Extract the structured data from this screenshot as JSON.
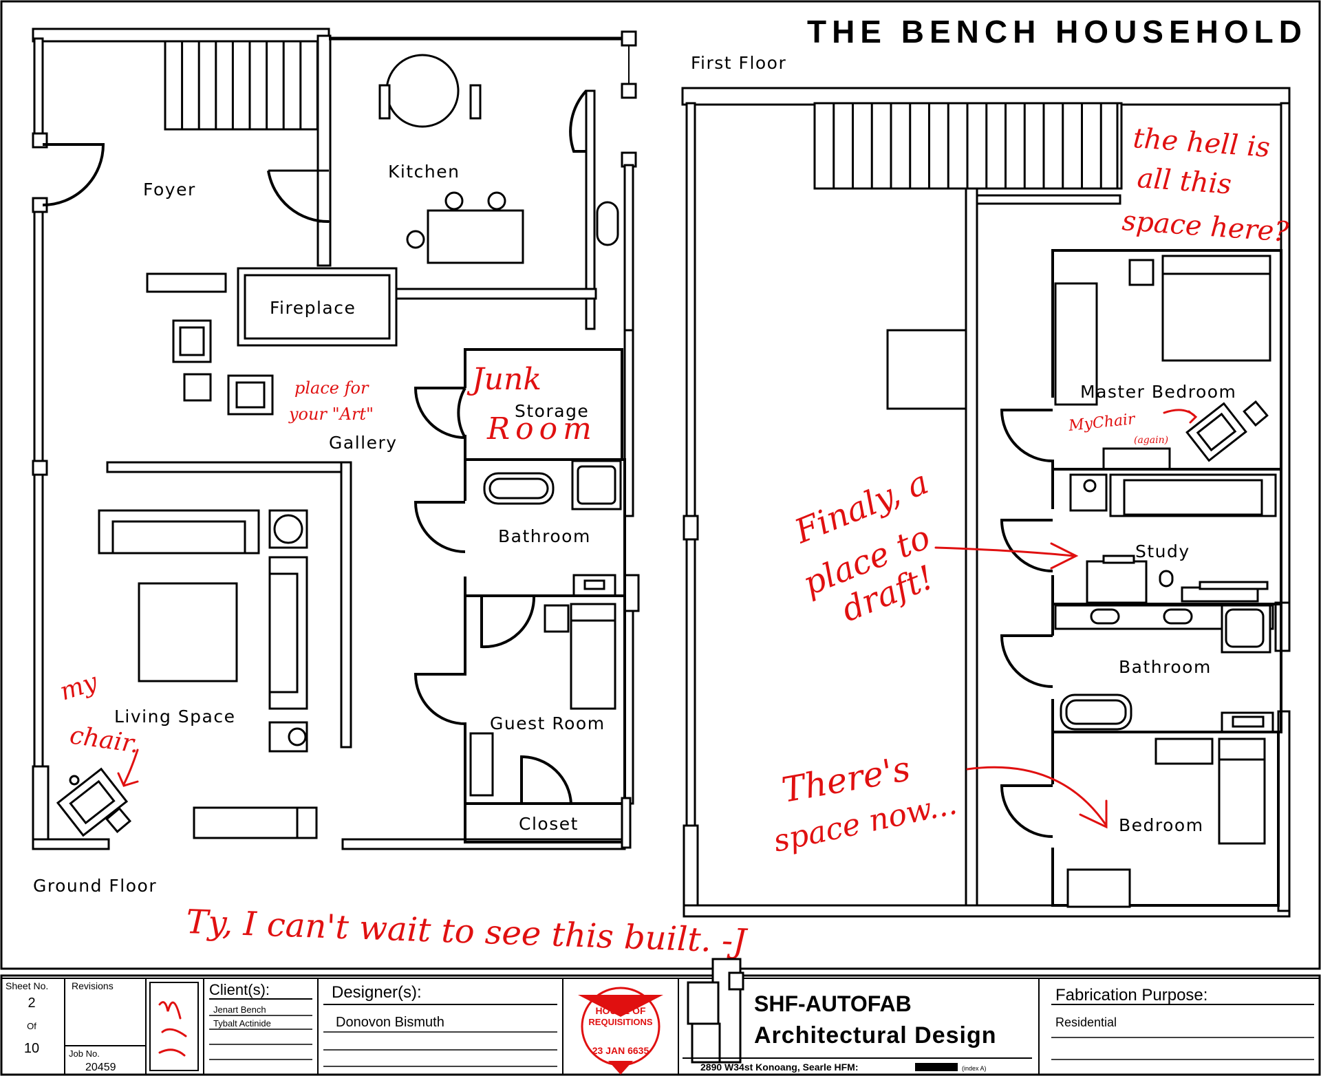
{
  "title": "THE BENCH HOUSEHOLD",
  "floors": {
    "first": "First Floor",
    "ground": "Ground Floor"
  },
  "rooms": {
    "foyer": "Foyer",
    "kitchen": "Kitchen",
    "fireplace": "Fireplace",
    "storage": "Storage",
    "gallery": "Gallery",
    "bathroom_ground": "Bathroom",
    "living_space": "Living Space",
    "guest_room": "Guest Room",
    "closet": "Closet",
    "master_bedroom": "Master Bedroom",
    "study": "Study",
    "bathroom_first": "Bathroom",
    "bedroom": "Bedroom"
  },
  "notes": {
    "junk_1": "Junk",
    "junk_2": "Room",
    "art_1": "place for",
    "art_2": "your \"Art\"",
    "my_chair_1": "my",
    "my_chair_2": "chair.",
    "hell_1": "the hell is",
    "hell_2": "all this",
    "hell_3": "space here?",
    "chair_again_1": "MyChair",
    "chair_again_2": "(again)",
    "finaly_1": "Finaly, a",
    "finaly_2": "place to",
    "finaly_3": "draft!",
    "space_1": "There's",
    "space_2": "space now...",
    "ty": "Ty, I can't wait to see this built. -J"
  },
  "title_block": {
    "sheet_no_label": "Sheet No.",
    "sheet_no": "2",
    "of_label": "Of",
    "sheet_total": "10",
    "revisions_label": "Revisions",
    "job_no_label": "Job No.",
    "job_no": "20459",
    "clients_label": "Client(s):",
    "clients": [
      "Jenart Bench",
      "Tybalt Actinide"
    ],
    "designers_label": "Designer(s):",
    "designer": "Donovon Bismuth",
    "stamp_1": "HOUSE OF",
    "stamp_2": "REQUISITIONS",
    "stamp_date": "23 JAN 6635",
    "firm_1": "SHF-AUTOFAB",
    "firm_2": "Architectural Design",
    "address": "2890 W34st  Konoang, Searle HFM:",
    "index": "(index A)",
    "purpose_label": "Fabrication Purpose:",
    "purpose": "Residential"
  },
  "colors": {
    "ink": "#000000",
    "markup": "#e01010",
    "paper": "#ffffff"
  }
}
